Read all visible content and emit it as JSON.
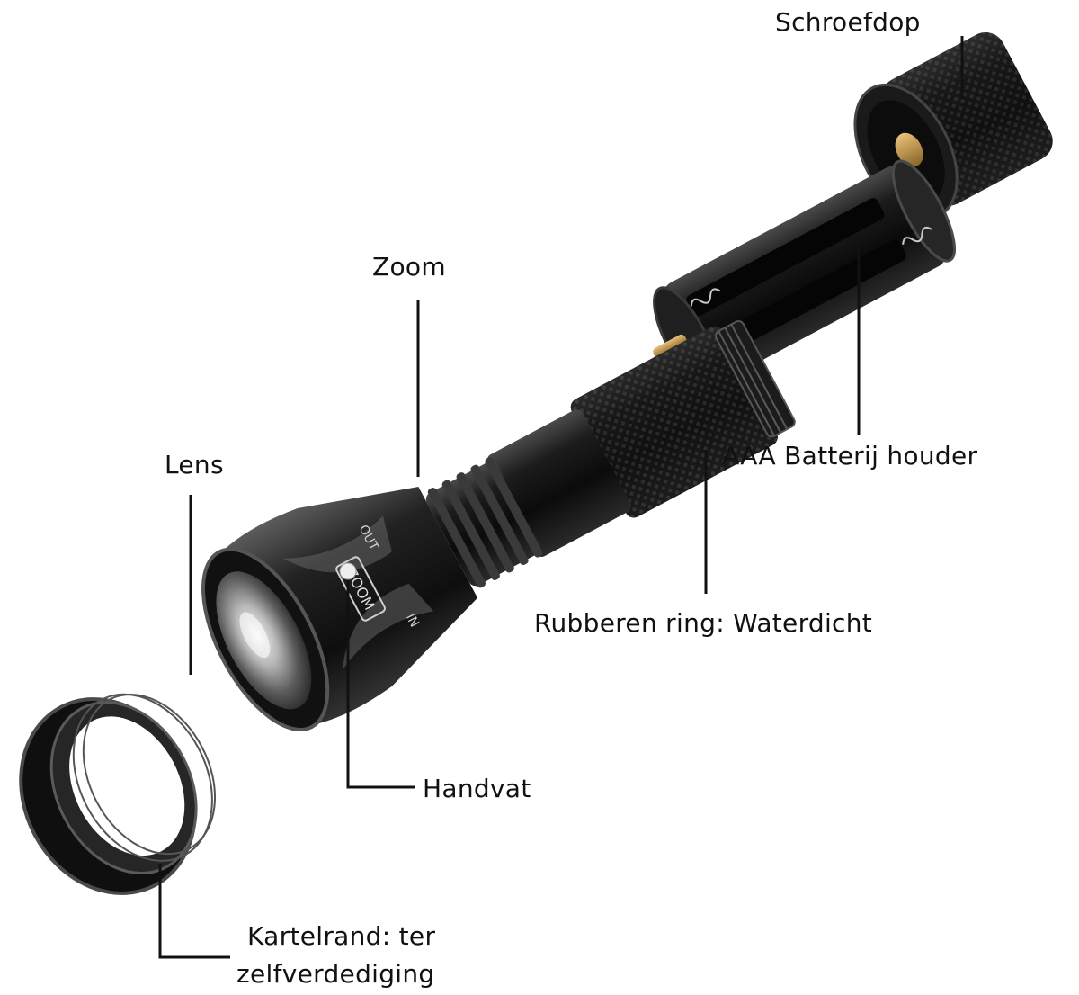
{
  "labels": {
    "screw_cap": "Schroefdop",
    "zoom": "Zoom",
    "lens": "Lens",
    "battery_holder": "AAA Batterij houder",
    "rubber_ring": "Rubberen ring: Waterdicht",
    "handle": "Handvat",
    "bezel_line1": "Kartelrand: ter",
    "bezel_line2": "zelfverdediging"
  },
  "flashlight_markings": {
    "zoom_text": "ZOOM",
    "in_text": "IN",
    "out_text": "OUT"
  },
  "colors": {
    "body": "#141414",
    "highlight": "#5a5a5a",
    "leader_line": "#111111",
    "brass": "#b8893a",
    "background": "#ffffff"
  }
}
